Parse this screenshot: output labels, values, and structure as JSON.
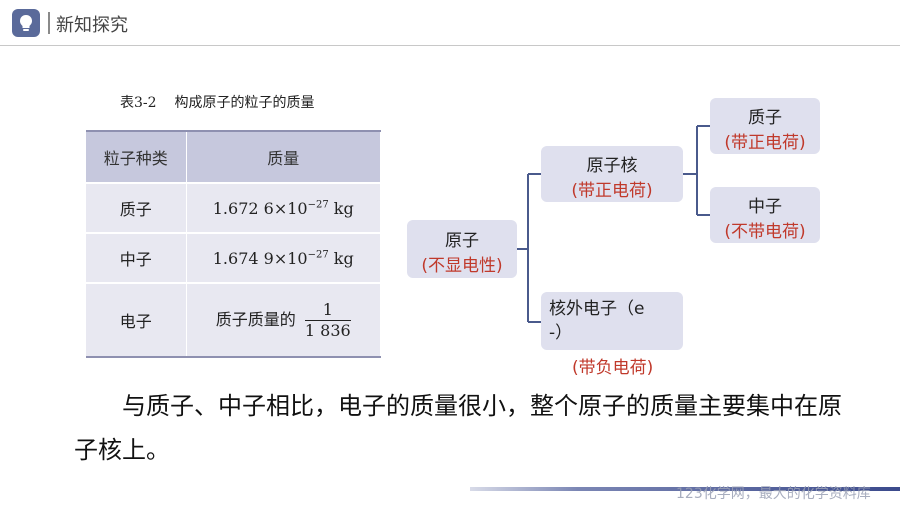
{
  "header": {
    "title": "新知探究"
  },
  "table": {
    "caption_no": "表3-2",
    "caption_text": "构成原子的粒子的质量",
    "headers": [
      "粒子种类",
      "质量"
    ],
    "rows": [
      {
        "particle": "质子",
        "mass_base": "1.672 6×10",
        "mass_exp": "−27",
        "mass_unit": " kg"
      },
      {
        "particle": "中子",
        "mass_base": "1.674 9×10",
        "mass_exp": "−27",
        "mass_unit": " kg"
      },
      {
        "particle": "电子",
        "mass_text": "质子质量的",
        "frac_num": "1",
        "frac_den": "1 836"
      }
    ]
  },
  "diagram": {
    "atom": {
      "label": "原子",
      "charge": "(不显电性)"
    },
    "nucleus": {
      "label": "原子核",
      "charge": "(带正电荷)"
    },
    "proton": {
      "label": "质子",
      "charge": "(带正电荷)"
    },
    "neutron": {
      "label": "中子",
      "charge": "(不带电荷)"
    },
    "electron": {
      "label": "核外电子（e",
      "label2": "-）",
      "charge": "(带负电荷)"
    }
  },
  "body_text": "与质子、中子相比，电子的质量很小，整个原子的质量主要集中在原子核上。",
  "footer": {
    "watermark": "123化学网，最大的化学资料库"
  }
}
